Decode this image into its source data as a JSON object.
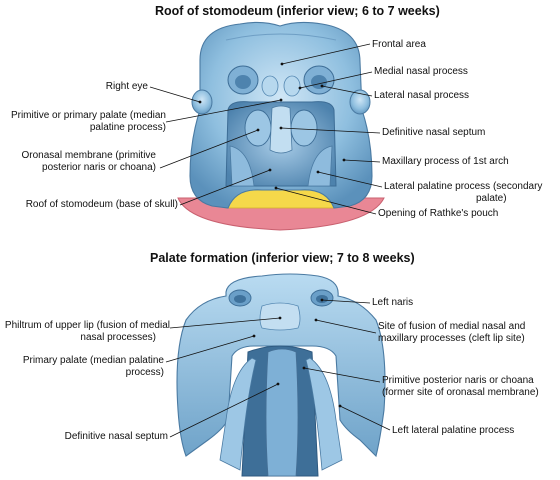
{
  "top_figure": {
    "title": "Roof of stomodeum (inferior view; 6 to 7 weeks)",
    "labels": {
      "frontal_area": "Frontal area",
      "medial_nasal_process": "Medial nasal process",
      "right_eye": "Right eye",
      "lateral_nasal_process": "Lateral nasal process",
      "primitive_palate_1": "Primitive or primary palate (median",
      "primitive_palate_2": "palatine process)",
      "definitive_nasal_septum": "Definitive nasal septum",
      "oronasal_membrane_1": "Oronasal membrane (primitive",
      "oronasal_membrane_2": "posterior naris or choana)",
      "maxillary_process": "Maxillary process of 1st arch",
      "lateral_palatine_1": "Lateral palatine process (secondary",
      "lateral_palatine_2": "palate)",
      "roof_of_stomodeum": "Roof of stomodeum (base of skull)",
      "rathkes_pouch": "Opening of Rathke's pouch"
    }
  },
  "bottom_figure": {
    "title": "Palate formation (inferior view; 7 to 8 weeks)",
    "labels": {
      "left_naris": "Left naris",
      "philtrum_1": "Philtrum of upper lip (fusion of medial",
      "philtrum_2": "nasal processes)",
      "site_of_fusion_1": "Site of fusion of medial nasal and",
      "site_of_fusion_2": "maxillary processes (cleft lip site)",
      "primary_palate_1": "Primary palate (median palatine",
      "primary_palate_2": "process)",
      "posterior_naris_1": "Primitive posterior naris or choana",
      "posterior_naris_2": "(former site of oronasal membrane)",
      "definitive_nasal_septum": "Definitive nasal septum",
      "left_lateral_palatine": "Left lateral palatine process"
    }
  }
}
